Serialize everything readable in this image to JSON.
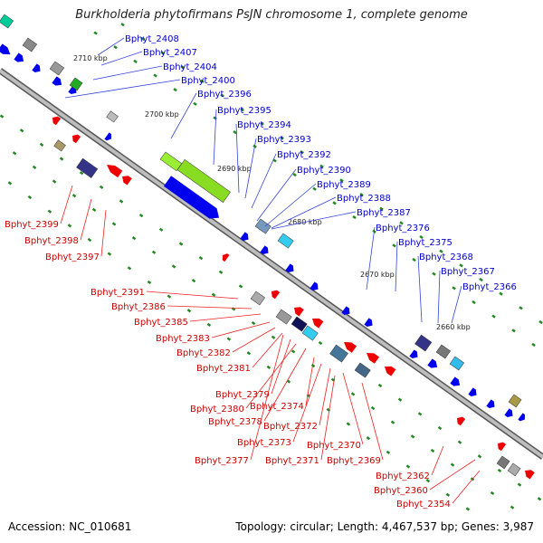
{
  "title": "Burkholderia phytofirmans PsJN chromosome 1, complete genome",
  "footer": {
    "accession": "Accession: NC_010681",
    "summary": "Topology: circular; Length: 4,467,537 bp; Genes: 3,987"
  },
  "colors": {
    "forward_gene": "#0000ee",
    "reverse_gene": "#ee0000",
    "forward_label": "#0000cc",
    "reverse_label": "#cc0000",
    "backbone": "#888888",
    "tick": "#228822"
  },
  "scale_labels": [
    "2710 kbp",
    "2700 kbp",
    "2690 kbp",
    "2680 kbp",
    "2670 kbp",
    "2660 kbp"
  ],
  "forward_labels": [
    "Bphyt_2408",
    "Bphyt_2407",
    "Bphyt_2404",
    "Bphyt_2400",
    "Bphyt_2396",
    "Bphyt_2395",
    "Bphyt_2394",
    "Bphyt_2393",
    "Bphyt_2392",
    "Bphyt_2390",
    "Bphyt_2389",
    "Bphyt_2388",
    "Bphyt_2387",
    "Bphyt_2376",
    "Bphyt_2375",
    "Bphyt_2368",
    "Bphyt_2367",
    "Bphyt_2366"
  ],
  "reverse_labels": [
    "Bphyt_2399",
    "Bphyt_2398",
    "Bphyt_2397",
    "Bphyt_2391",
    "Bphyt_2386",
    "Bphyt_2385",
    "Bphyt_2383",
    "Bphyt_2382",
    "Bphyt_2381",
    "Bphyt_2379",
    "Bphyt_2380",
    "Bphyt_2374",
    "Bphyt_2378",
    "Bphyt_2372",
    "Bphyt_2373",
    "Bphyt_2370",
    "Bphyt_2377",
    "Bphyt_2371",
    "Bphyt_2369",
    "Bphyt_2362",
    "Bphyt_2360",
    "Bphyt_2354"
  ]
}
